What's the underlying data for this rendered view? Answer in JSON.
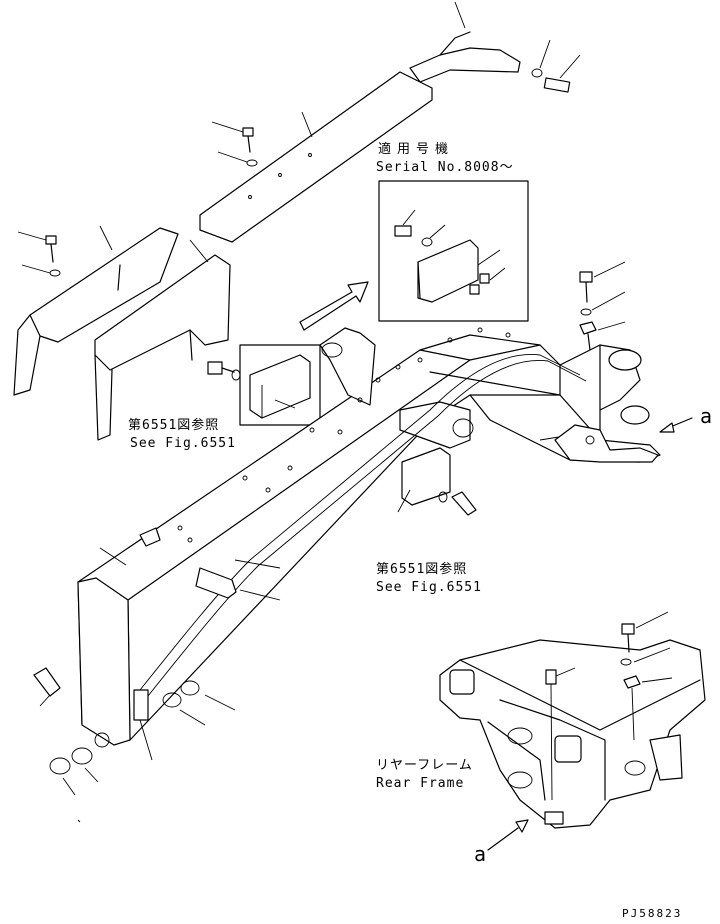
{
  "labels": {
    "serial_title_jp": "適用号機",
    "serial_title_en": "Serial No.8008～",
    "see_fig_upper_jp": "第6551図参照",
    "see_fig_upper_en": "See Fig.6551",
    "see_fig_lower_jp": "第6551図参照",
    "see_fig_lower_en": "See Fig.6551",
    "rear_frame_jp": "リヤーフレーム",
    "rear_frame_en": "Rear Frame",
    "ref_a_right": "a",
    "ref_a_bottom": "a",
    "drawing_code": "PJ58823"
  }
}
